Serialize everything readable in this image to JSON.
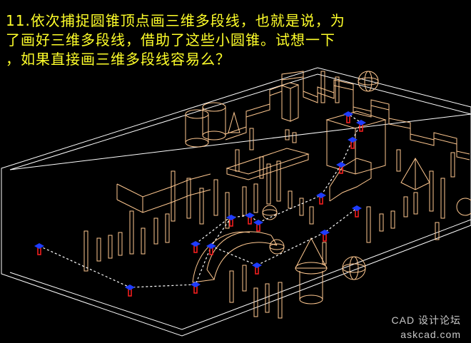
{
  "caption": {
    "line1": "11.依次捕捉圆锥顶点画三维多段线，也就是说，为",
    "line2": "了画好三维多段线，借助了这些小圆锥。试想一下",
    "line3": "，如果直接画三维多段线容易么？"
  },
  "watermark": {
    "site_cn": "CAD 设计论坛",
    "site_en": "askcad.com"
  },
  "colors": {
    "background": "#000000",
    "caption_text": "#ffff2a",
    "model_lines": "#ffc890",
    "ground_lines": "#ffffff",
    "polyline": "#ffffff",
    "cone_top": "#1e3cff",
    "cone_body": "#ff2020",
    "watermark": "#c8c8c8"
  },
  "icons": [
    "cone-marker-icon"
  ]
}
